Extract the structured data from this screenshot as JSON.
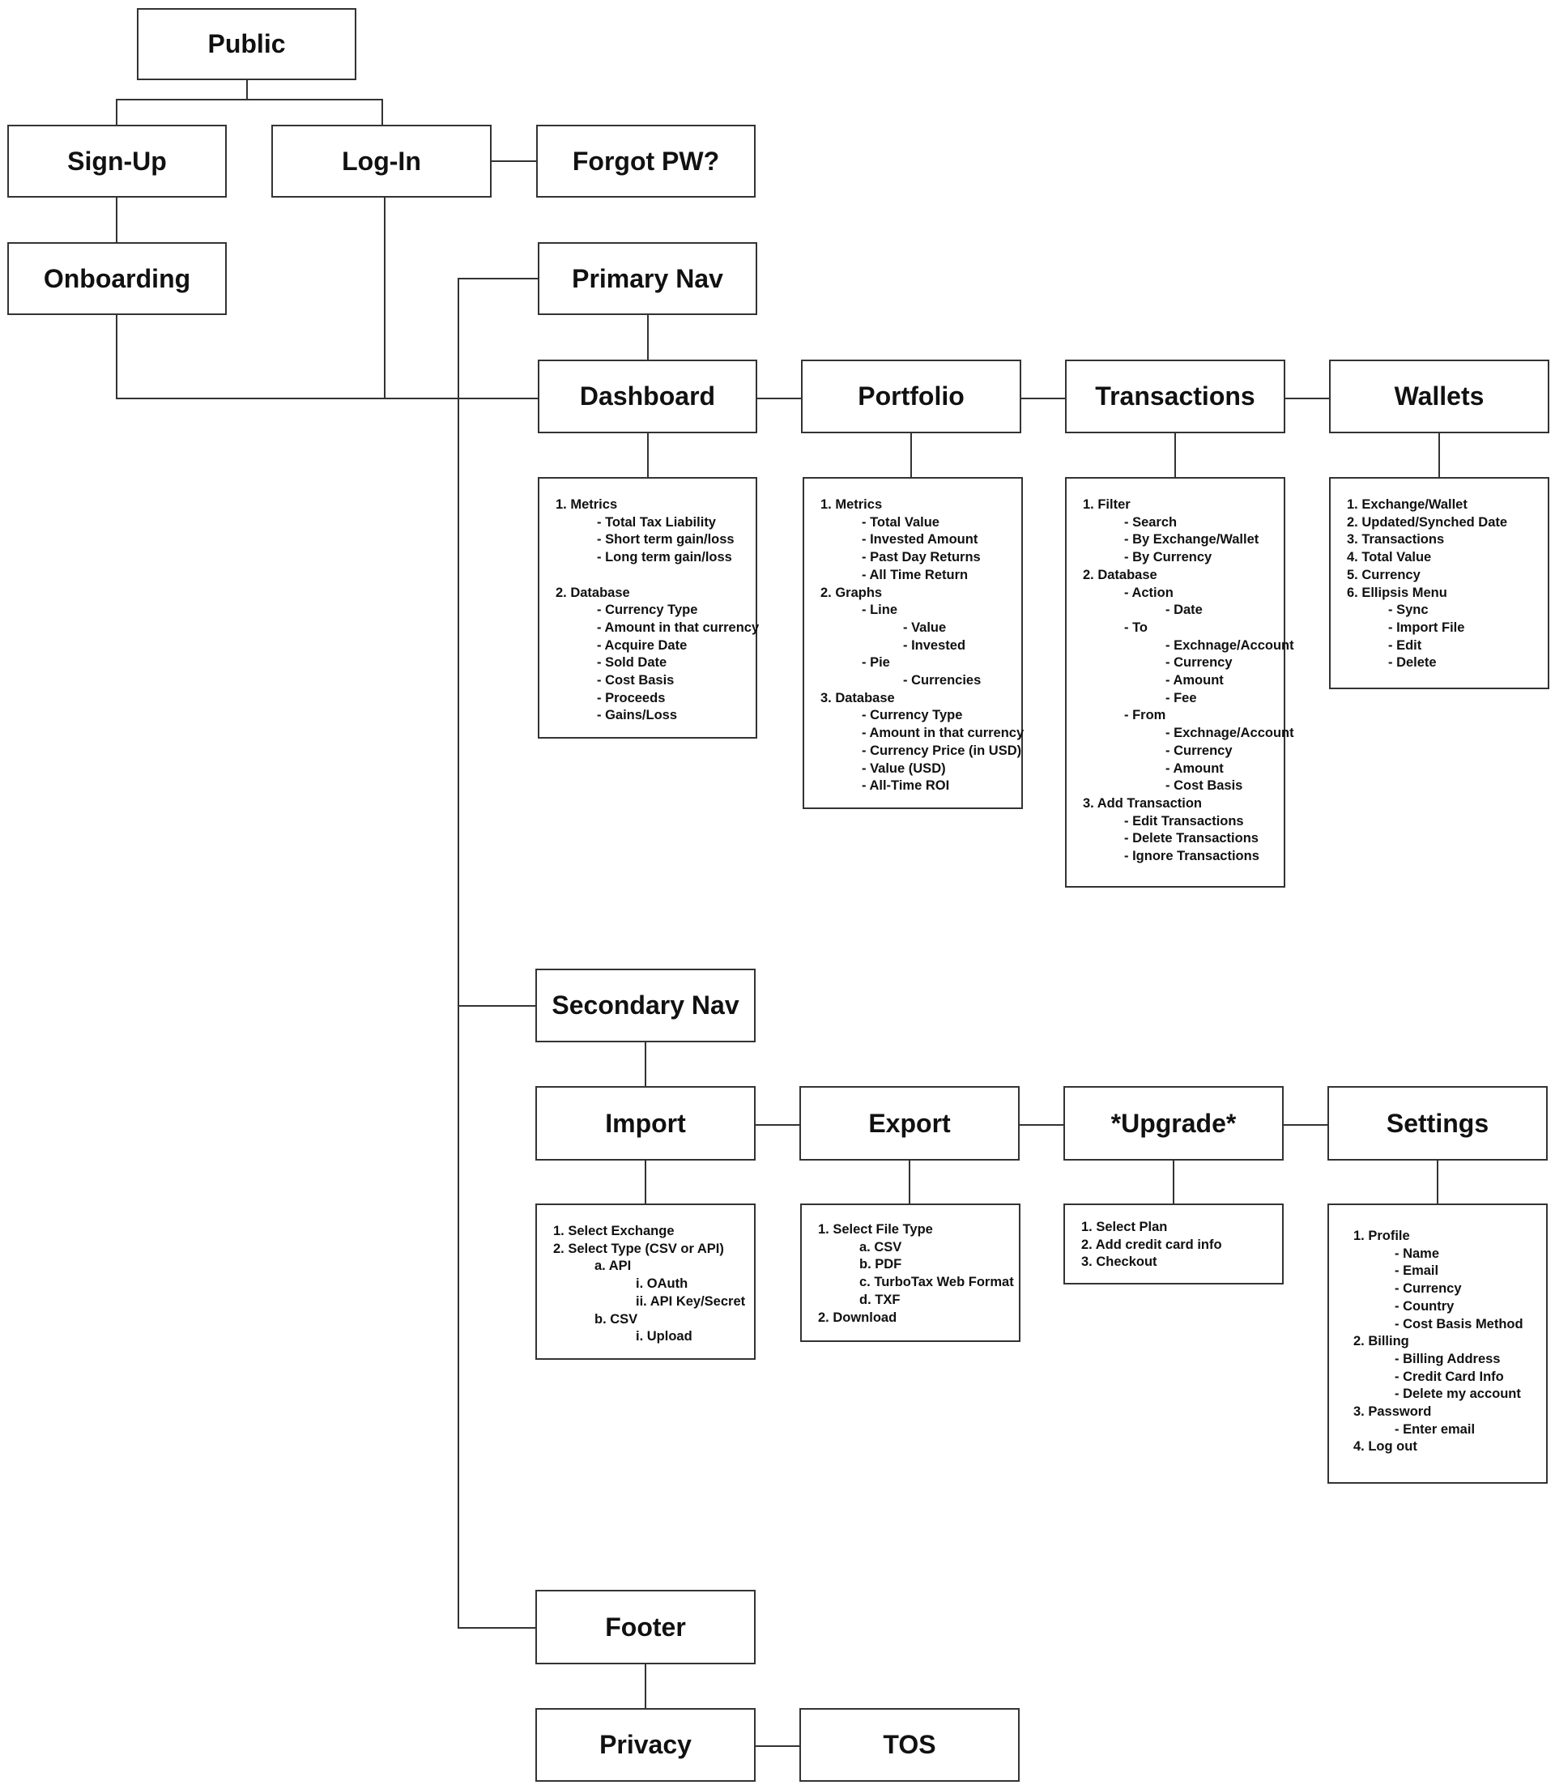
{
  "nodes": {
    "public": "Public",
    "signup": "Sign-Up",
    "login": "Log-In",
    "forgot": "Forgot PW?",
    "onboarding": "Onboarding",
    "primary_nav": "Primary Nav",
    "dashboard": "Dashboard",
    "portfolio": "Portfolio",
    "transactions": "Transactions",
    "wallets": "Wallets",
    "secondary_nav": "Secondary Nav",
    "import": "Import",
    "export": "Export",
    "upgrade": "*Upgrade*",
    "settings": "Settings",
    "footer": "Footer",
    "privacy": "Privacy",
    "tos": "TOS"
  },
  "details": {
    "dashboard": [
      {
        "t": "1. Metrics",
        "i": 0
      },
      {
        "t": "- Total Tax Liability",
        "i": 1
      },
      {
        "t": "- Short term gain/loss",
        "i": 1
      },
      {
        "t": "- Long term gain/loss",
        "i": 1
      },
      {
        "t": "",
        "i": 0
      },
      {
        "t": "2. Database",
        "i": 0
      },
      {
        "t": "- Currency Type",
        "i": 1
      },
      {
        "t": "- Amount in that currency",
        "i": 1
      },
      {
        "t": "- Acquire Date",
        "i": 1
      },
      {
        "t": "- Sold Date",
        "i": 1
      },
      {
        "t": "- Cost Basis",
        "i": 1
      },
      {
        "t": "- Proceeds",
        "i": 1
      },
      {
        "t": "- Gains/Loss",
        "i": 1
      }
    ],
    "portfolio": [
      {
        "t": "1. Metrics",
        "i": 0
      },
      {
        "t": "- Total Value",
        "i": 1
      },
      {
        "t": "- Invested Amount",
        "i": 1
      },
      {
        "t": "- Past Day Returns",
        "i": 1
      },
      {
        "t": "- All Time Return",
        "i": 1
      },
      {
        "t": "2. Graphs",
        "i": 0
      },
      {
        "t": "- Line",
        "i": 1
      },
      {
        "t": "- Value",
        "i": 2
      },
      {
        "t": "- Invested",
        "i": 2
      },
      {
        "t": "- Pie",
        "i": 1
      },
      {
        "t": "- Currencies",
        "i": 2
      },
      {
        "t": "3. Database",
        "i": 0
      },
      {
        "t": "- Currency Type",
        "i": 1
      },
      {
        "t": "- Amount in that currency",
        "i": 1
      },
      {
        "t": "- Currency Price (in USD)",
        "i": 1
      },
      {
        "t": "- Value (USD)",
        "i": 1
      },
      {
        "t": "- All-Time ROI",
        "i": 1
      }
    ],
    "transactions": [
      {
        "t": "1. Filter",
        "i": 0
      },
      {
        "t": "- Search",
        "i": 1
      },
      {
        "t": "- By Exchange/Wallet",
        "i": 1
      },
      {
        "t": "- By Currency",
        "i": 1
      },
      {
        "t": "2. Database",
        "i": 0
      },
      {
        "t": "- Action",
        "i": 1
      },
      {
        "t": "- Date",
        "i": 2
      },
      {
        "t": "- To",
        "i": 1
      },
      {
        "t": "- Exchnage/Account",
        "i": 2
      },
      {
        "t": "- Currency",
        "i": 2
      },
      {
        "t": "- Amount",
        "i": 2
      },
      {
        "t": "- Fee",
        "i": 2
      },
      {
        "t": "- From",
        "i": 1
      },
      {
        "t": "- Exchnage/Account",
        "i": 2
      },
      {
        "t": "- Currency",
        "i": 2
      },
      {
        "t": "- Amount",
        "i": 2
      },
      {
        "t": "- Cost Basis",
        "i": 2
      },
      {
        "t": "3. Add Transaction",
        "i": 0
      },
      {
        "t": "- Edit Transactions",
        "i": 1
      },
      {
        "t": "- Delete Transactions",
        "i": 1
      },
      {
        "t": "- Ignore Transactions",
        "i": 1
      }
    ],
    "wallets": [
      {
        "t": "1. Exchange/Wallet",
        "i": 0
      },
      {
        "t": "2. Updated/Synched Date",
        "i": 0
      },
      {
        "t": "3. Transactions",
        "i": 0
      },
      {
        "t": "4. Total Value",
        "i": 0
      },
      {
        "t": "5. Currency",
        "i": 0
      },
      {
        "t": "6. Ellipsis Menu",
        "i": 0
      },
      {
        "t": "- Sync",
        "i": 1
      },
      {
        "t": "- Import File",
        "i": 1
      },
      {
        "t": "- Edit",
        "i": 1
      },
      {
        "t": "- Delete",
        "i": 1
      }
    ],
    "import": [
      {
        "t": "1. Select Exchange",
        "i": 0
      },
      {
        "t": "2. Select Type (CSV or API)",
        "i": 0
      },
      {
        "t": "a. API",
        "i": 1
      },
      {
        "t": "i. OAuth",
        "i": 2
      },
      {
        "t": "ii. API Key/Secret",
        "i": 2
      },
      {
        "t": "b. CSV",
        "i": 1
      },
      {
        "t": "i. Upload",
        "i": 2
      }
    ],
    "export": [
      {
        "t": "1. Select File Type",
        "i": 0
      },
      {
        "t": "a. CSV",
        "i": 1
      },
      {
        "t": "b. PDF",
        "i": 1
      },
      {
        "t": "c. TurboTax Web Format",
        "i": 1
      },
      {
        "t": "d. TXF",
        "i": 1
      },
      {
        "t": "2. Download",
        "i": 0
      }
    ],
    "upgrade": [
      {
        "t": "1. Select Plan",
        "i": 0
      },
      {
        "t": "2. Add credit card info",
        "i": 0
      },
      {
        "t": "3. Checkout",
        "i": 0
      }
    ],
    "settings": [
      {
        "t": "1. Profile",
        "i": 0
      },
      {
        "t": "- Name",
        "i": 1
      },
      {
        "t": "- Email",
        "i": 1
      },
      {
        "t": "- Currency",
        "i": 1
      },
      {
        "t": "- Country",
        "i": 1
      },
      {
        "t": "- Cost Basis Method",
        "i": 1
      },
      {
        "t": "2. Billing",
        "i": 0
      },
      {
        "t": "- Billing Address",
        "i": 1
      },
      {
        "t": "- Credit Card Info",
        "i": 1
      },
      {
        "t": "- Delete my account",
        "i": 1
      },
      {
        "t": "3. Password",
        "i": 0
      },
      {
        "t": "- Enter email",
        "i": 1
      },
      {
        "t": "4. Log out",
        "i": 0
      }
    ]
  }
}
